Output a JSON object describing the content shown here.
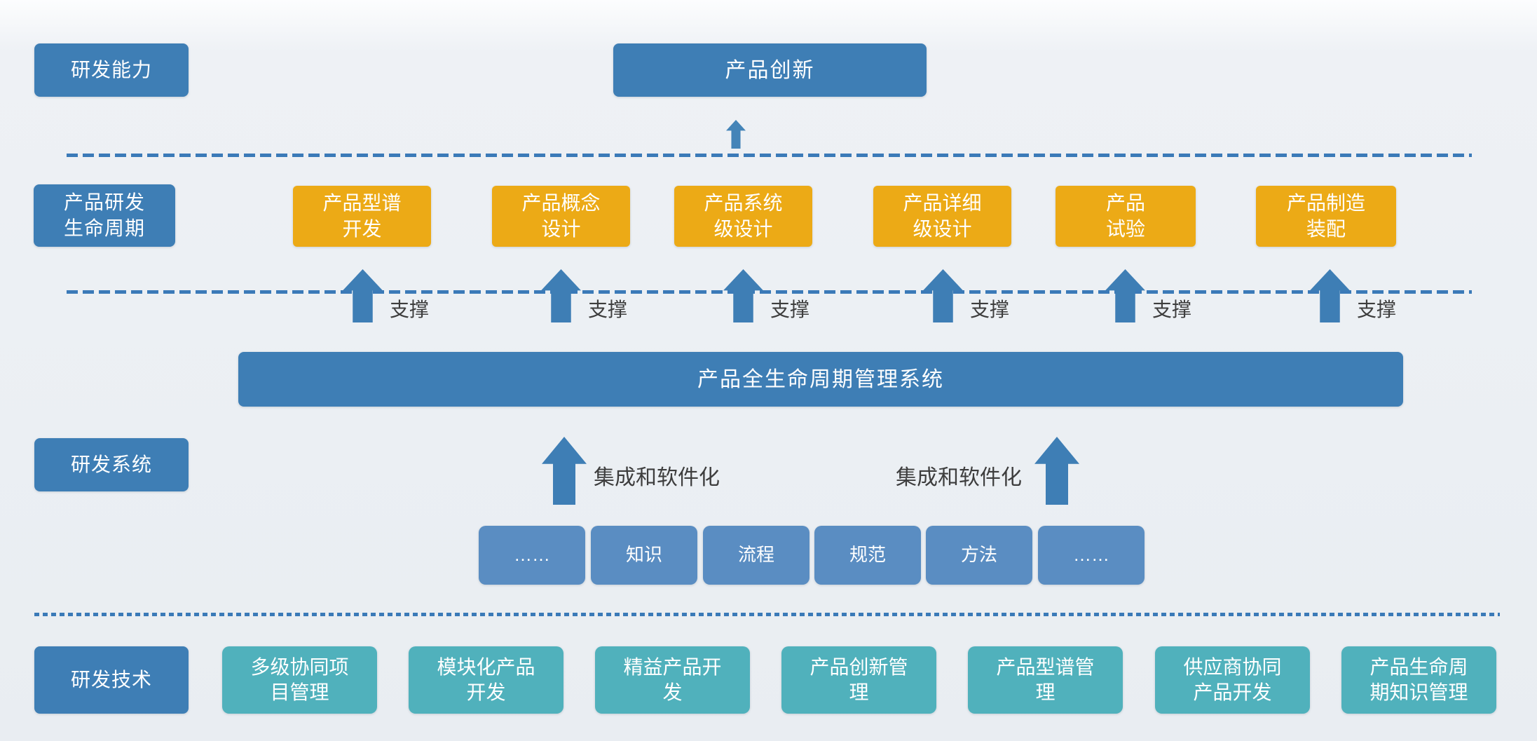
{
  "palette": {
    "blue": "#3e7eb5",
    "light_blue": "#5a8dc2",
    "orange": "#ecaa16",
    "teal": "#50b1bc",
    "line_blue": "#3b7ab8",
    "text_dark": "#3d3d3d"
  },
  "capability": {
    "label": "研发能力"
  },
  "innovation": {
    "label": "产品创新"
  },
  "lifecycle": {
    "label": "产品研发\n生命周期",
    "support_label": "支撑",
    "stages": [
      {
        "label": "产品型谱\n开发"
      },
      {
        "label": "产品概念\n设计"
      },
      {
        "label": "产品系统\n级设计"
      },
      {
        "label": "产品详细\n级设计"
      },
      {
        "label": "产品\n试验"
      },
      {
        "label": "产品制造\n装配"
      }
    ]
  },
  "system": {
    "label": "研发系统",
    "platform_label": "产品全生命周期管理系统",
    "integration_label": "集成和软件化",
    "elements": [
      {
        "label": "……"
      },
      {
        "label": "知识"
      },
      {
        "label": "流程"
      },
      {
        "label": "规范"
      },
      {
        "label": "方法"
      },
      {
        "label": "……"
      }
    ]
  },
  "technology": {
    "label": "研发技术",
    "items": [
      {
        "label": "多级协同项\n目管理"
      },
      {
        "label": "模块化产品\n开发"
      },
      {
        "label": "精益产品开\n发"
      },
      {
        "label": "产品创新管\n理"
      },
      {
        "label": "产品型谱管\n理"
      },
      {
        "label": "供应商协同\n产品开发"
      },
      {
        "label": "产品生命周\n期知识管理"
      }
    ]
  }
}
